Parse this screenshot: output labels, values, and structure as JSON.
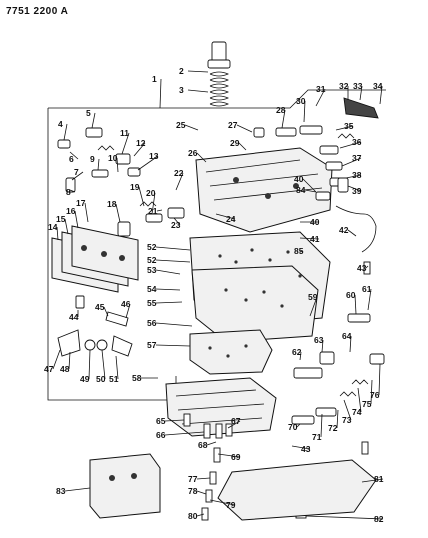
{
  "header": {
    "code": "7751 2200 A"
  },
  "callouts": [
    "1",
    "2",
    "3",
    "4",
    "5",
    "6",
    "7",
    "8",
    "9",
    "10",
    "11",
    "12",
    "13",
    "14",
    "15",
    "16",
    "17",
    "18",
    "19",
    "20",
    "21",
    "22",
    "23",
    "24",
    "25",
    "26",
    "27",
    "28",
    "29",
    "30",
    "31",
    "32",
    "33",
    "34",
    "35",
    "36",
    "37",
    "38",
    "39",
    "40",
    "40",
    "41",
    "42",
    "43",
    "43",
    "44",
    "45",
    "46",
    "47",
    "48",
    "49",
    "50",
    "51",
    "52",
    "52",
    "53",
    "54",
    "55",
    "56",
    "57",
    "58",
    "59",
    "60",
    "61",
    "62",
    "63",
    "64",
    "65",
    "66",
    "67",
    "68",
    "69",
    "70",
    "71",
    "72",
    "73",
    "74",
    "75",
    "76",
    "77",
    "78",
    "79",
    "80",
    "81",
    "82",
    "83",
    "84",
    "85"
  ]
}
